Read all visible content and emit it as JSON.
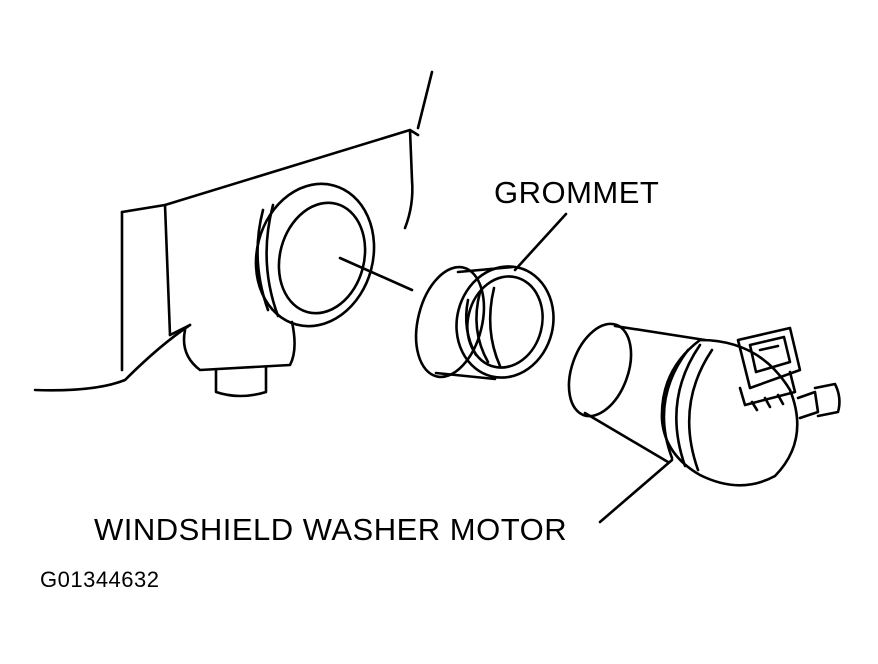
{
  "labels": {
    "grommet": "GROMMET",
    "motor": "WINDSHIELD WASHER MOTOR",
    "figure_id": "G01344632"
  },
  "colors": {
    "line": "#000000",
    "background": "#ffffff"
  }
}
